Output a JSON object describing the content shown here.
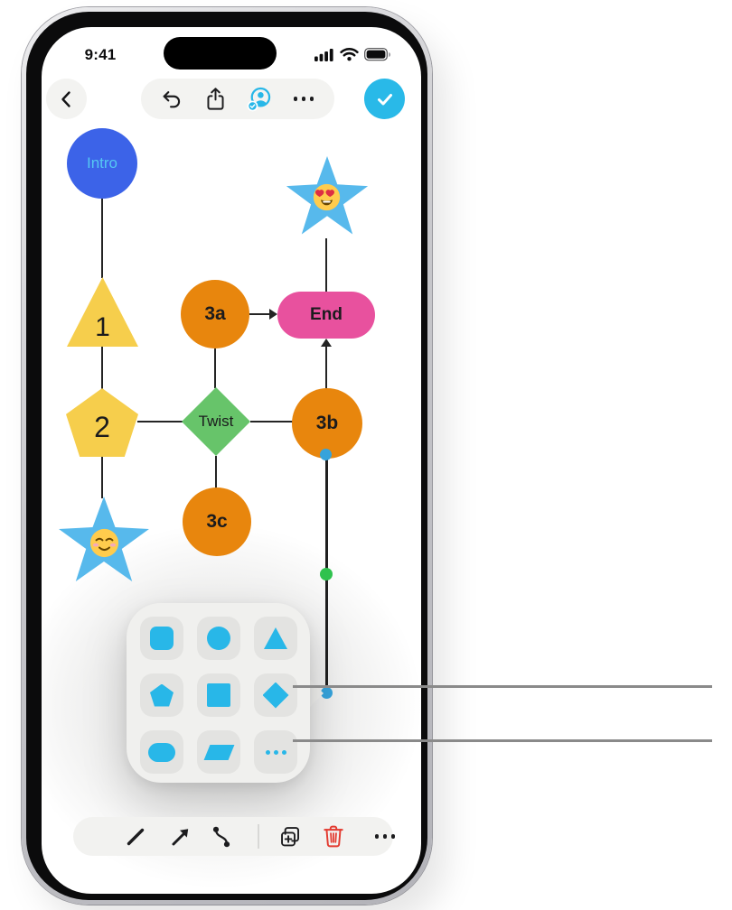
{
  "device": {
    "time": "9:41",
    "status_icons": [
      "cellular-signal",
      "wifi",
      "battery"
    ]
  },
  "top_toolbar": {
    "back": "chevron-back",
    "actions": [
      "undo",
      "share",
      "collaborate",
      "more"
    ],
    "done": "checkmark",
    "accent_color": "#29B9E8"
  },
  "canvas": {
    "nodes": [
      {
        "label": "Intro",
        "shape": "circle",
        "fill": "#3C63E8",
        "text_color": "#55C7F2"
      },
      {
        "label": "1",
        "shape": "triangle",
        "fill": "#F6CE4C",
        "text_color": "#1B1B1D"
      },
      {
        "label": "2",
        "shape": "pentagon",
        "fill": "#F6CE4C",
        "text_color": "#1B1B1D"
      },
      {
        "label": "",
        "shape": "star",
        "fill": "#57B9EC",
        "emoji": "relieved-face"
      },
      {
        "label": "3a",
        "shape": "circle",
        "fill": "#E8860D",
        "text_color": "#1B1B1D"
      },
      {
        "label": "Twist",
        "shape": "diamond",
        "fill": "#67C46A",
        "text_color": "#1B1B1D"
      },
      {
        "label": "3b",
        "shape": "circle",
        "fill": "#E8860D",
        "text_color": "#1B1B1D"
      },
      {
        "label": "3c",
        "shape": "circle",
        "fill": "#E8860D",
        "text_color": "#1B1B1D"
      },
      {
        "label": "End",
        "shape": "rounded-rectangle",
        "fill": "#E8519E",
        "text_color": "#1B1B1D"
      },
      {
        "label": "",
        "shape": "star",
        "fill": "#57B9EC",
        "emoji": "heart-eyes-face"
      }
    ],
    "selected_line": {
      "from": "3b",
      "endpoint_handle_color": "#36A3DB",
      "midpoint_handle_color": "#2FC24E"
    }
  },
  "shape_picker": {
    "shapes": [
      "rounded-square",
      "circle",
      "triangle",
      "pentagon",
      "square",
      "diamond",
      "oval",
      "parallelogram",
      "more-shapes"
    ],
    "icon_color": "#28B7E8"
  },
  "bottom_toolbar": {
    "tools": [
      "line",
      "arrow",
      "connector",
      "duplicate",
      "delete",
      "more"
    ],
    "delete_color": "#E33B30"
  },
  "callouts": {
    "color": "#8A8A8A",
    "count": 2
  }
}
